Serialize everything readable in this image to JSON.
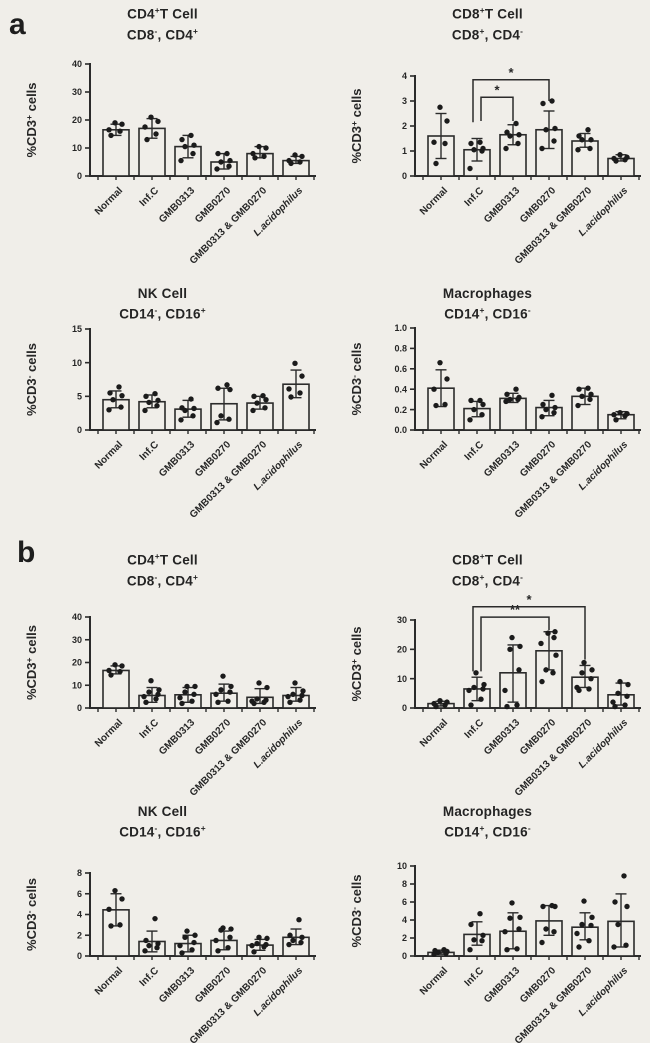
{
  "figure": {
    "bg_color": "#f0eee9",
    "ink_color": "#2b2b2b",
    "dot_color": "#1b1b1b",
    "panel_a_label": "a",
    "panel_b_label": "b"
  },
  "categories": [
    "Normal",
    "Inf.C",
    "GMB0313",
    "GMB0270",
    "GMB0313 & GMB0270",
    "L.acidophilus"
  ],
  "italic_categories": [
    "L.acidophilus"
  ],
  "chart_data": [
    {
      "id": "a1",
      "panel": "a",
      "type": "bar",
      "title_line1": "CD4^+^T Cell",
      "title_line2": "CD8^-^, CD4^+^",
      "ylabel": "%CD3^+^ cells",
      "ylim": [
        0,
        40
      ],
      "yticks": [
        "0",
        "10",
        "20",
        "30",
        "40"
      ],
      "ptop": 18,
      "bars": [
        {
          "category": "Normal",
          "mean": 16.5,
          "err": [
            14.5,
            18.5
          ],
          "points": [
            14.5,
            16,
            16.5,
            18.5,
            19
          ]
        },
        {
          "category": "Inf.C",
          "mean": 17,
          "err": [
            13.5,
            20.5
          ],
          "points": [
            13,
            15,
            17.5,
            19.5,
            21
          ]
        },
        {
          "category": "GMB0313",
          "mean": 10.5,
          "err": [
            6.5,
            14.5
          ],
          "points": [
            5.5,
            8,
            10.5,
            11,
            13,
            14.5
          ]
        },
        {
          "category": "GMB0270",
          "mean": 5,
          "err": [
            2.5,
            8
          ],
          "points": [
            2.5,
            3.5,
            5,
            5.5,
            8,
            8
          ]
        },
        {
          "category": "GMB0313 & GMB0270",
          "mean": 8,
          "err": [
            6.5,
            10.5
          ],
          "points": [
            6.5,
            7,
            8,
            10,
            10.5
          ]
        },
        {
          "category": "L.acidophilus",
          "mean": 5.5,
          "err": [
            4.5,
            7
          ],
          "points": [
            4.5,
            5,
            5.5,
            7,
            7.5
          ]
        }
      ],
      "brackets": []
    },
    {
      "id": "a2",
      "panel": "a",
      "type": "bar",
      "title_line1": "CD8^+^T Cell",
      "title_line2": "CD8^+^, CD4^-^",
      "ylabel": "%CD3^+^ cells",
      "ylim": [
        0,
        4
      ],
      "yticks": [
        "0",
        "1",
        "2",
        "3",
        "4"
      ],
      "ptop": 30,
      "bars": [
        {
          "category": "Normal",
          "mean": 1.6,
          "err": [
            0.7,
            2.5
          ],
          "points": [
            0.5,
            1.3,
            1.35,
            2.2,
            2.75
          ]
        },
        {
          "category": "Inf.C",
          "mean": 1.05,
          "err": [
            0.6,
            1.5
          ],
          "points": [
            0.3,
            1.0,
            1.05,
            1.1,
            1.3,
            1.35
          ]
        },
        {
          "category": "GMB0313",
          "mean": 1.65,
          "err": [
            1.25,
            2.05
          ],
          "points": [
            1.1,
            1.3,
            1.6,
            1.65,
            1.75,
            2.1
          ]
        },
        {
          "category": "GMB0270",
          "mean": 1.85,
          "err": [
            1.1,
            2.6
          ],
          "points": [
            1.1,
            1.4,
            1.85,
            1.9,
            2.9,
            3.0
          ]
        },
        {
          "category": "GMB0313 & GMB0270",
          "mean": 1.4,
          "err": [
            1.15,
            1.7
          ],
          "points": [
            1.05,
            1.1,
            1.45,
            1.45,
            1.6,
            1.85
          ]
        },
        {
          "category": "L.acidophilus",
          "mean": 0.7,
          "err": [
            0.6,
            0.85
          ],
          "points": [
            0.6,
            0.65,
            0.7,
            0.75,
            0.85
          ]
        }
      ],
      "brackets": [
        {
          "from": 1,
          "to": 2,
          "y": 3.15,
          "drop_from": 0.95,
          "drop_to": 0.95,
          "stars": "*",
          "from_dx": 4
        },
        {
          "from": 1,
          "to": 3,
          "y": 3.85,
          "drop_from": 1.7,
          "drop_to": 0.85,
          "stars": "*",
          "from_dx": -4
        }
      ]
    },
    {
      "id": "a3",
      "panel": "a",
      "type": "bar",
      "title_line1": "NK Cell",
      "title_line2": "CD14^-^, CD16^+^",
      "ylabel": "%CD3^-^ cells",
      "ylim": [
        0,
        15
      ],
      "yticks": [
        "0",
        "5",
        "10",
        "15"
      ],
      "ptop": 29,
      "bars": [
        {
          "category": "Normal",
          "mean": 4.5,
          "err": [
            3.3,
            5.8
          ],
          "points": [
            3,
            3.4,
            4.5,
            5.1,
            5.5,
            6.4
          ]
        },
        {
          "category": "Inf.C",
          "mean": 4.2,
          "err": [
            3.3,
            5.2
          ],
          "points": [
            2.9,
            3.6,
            4.1,
            4.4,
            5,
            5.4
          ]
        },
        {
          "category": "GMB0313",
          "mean": 3.1,
          "err": [
            1.9,
            4.4
          ],
          "points": [
            1.5,
            2.1,
            2.9,
            3.2,
            3.3,
            4.6
          ]
        },
        {
          "category": "GMB0270",
          "mean": 3.9,
          "err": [
            1.5,
            6.2
          ],
          "points": [
            1.1,
            1.6,
            2.1,
            6,
            6.2,
            6.7
          ]
        },
        {
          "category": "GMB0313 & GMB0270",
          "mean": 4.0,
          "err": [
            3.1,
            5.0
          ],
          "points": [
            2.9,
            3.3,
            4,
            4.5,
            5,
            5.1
          ]
        },
        {
          "category": "L.acidophilus",
          "mean": 6.8,
          "err": [
            4.8,
            8.9
          ],
          "points": [
            4.9,
            5.5,
            6.1,
            8,
            9.9
          ]
        }
      ],
      "brackets": []
    },
    {
      "id": "a4",
      "panel": "a",
      "type": "bar",
      "title_line1": "Macrophages",
      "title_line2": "CD14^+^, CD16^-^",
      "ylabel": "%CD3^-^ cells",
      "ylim": [
        0,
        1.0
      ],
      "yticks": [
        "0.0",
        "0.2",
        "0.4",
        "0.6",
        "0.8",
        "1.0"
      ],
      "ptop": 28,
      "bars": [
        {
          "category": "Normal",
          "mean": 0.41,
          "err": [
            0.23,
            0.59
          ],
          "points": [
            0.24,
            0.25,
            0.4,
            0.5,
            0.66
          ]
        },
        {
          "category": "Inf.C",
          "mean": 0.21,
          "err": [
            0.13,
            0.28
          ],
          "points": [
            0.1,
            0.15,
            0.2,
            0.25,
            0.29,
            0.29
          ]
        },
        {
          "category": "GMB0313",
          "mean": 0.31,
          "err": [
            0.27,
            0.36
          ],
          "points": [
            0.28,
            0.3,
            0.3,
            0.32,
            0.35,
            0.4
          ]
        },
        {
          "category": "GMB0270",
          "mean": 0.22,
          "err": [
            0.14,
            0.29
          ],
          "points": [
            0.13,
            0.17,
            0.2,
            0.22,
            0.25,
            0.34
          ]
        },
        {
          "category": "GMB0313 & GMB0270",
          "mean": 0.33,
          "err": [
            0.25,
            0.41
          ],
          "points": [
            0.24,
            0.3,
            0.33,
            0.35,
            0.4,
            0.41
          ]
        },
        {
          "category": "L.acidophilus",
          "mean": 0.15,
          "err": [
            0.11,
            0.18
          ],
          "points": [
            0.1,
            0.14,
            0.15,
            0.16,
            0.17
          ]
        }
      ],
      "brackets": []
    },
    {
      "id": "b1",
      "panel": "b",
      "type": "bar",
      "title_line1": "CD4^+^T Cell",
      "title_line2": "CD8^-^, CD4^+^",
      "ylabel": "%CD3^+^ cells",
      "ylim": [
        0,
        40
      ],
      "yticks": [
        "0",
        "10",
        "20",
        "30",
        "40"
      ],
      "ptop": 39,
      "bars": [
        {
          "category": "Normal",
          "mean": 16.5,
          "err": [
            15,
            18.5
          ],
          "points": [
            14.5,
            16,
            16.5,
            18.5,
            19
          ]
        },
        {
          "category": "Inf.C",
          "mean": 5.5,
          "err": [
            2.5,
            9
          ],
          "points": [
            2.5,
            4,
            5,
            6,
            7,
            8,
            12
          ]
        },
        {
          "category": "GMB0313",
          "mean": 5.8,
          "err": [
            2.5,
            9
          ],
          "points": [
            2,
            3,
            4.5,
            6,
            7,
            9.5,
            9.5
          ]
        },
        {
          "category": "GMB0270",
          "mean": 6.5,
          "err": [
            3,
            10.5
          ],
          "points": [
            2.5,
            3,
            6,
            7,
            8,
            9.5,
            14
          ]
        },
        {
          "category": "GMB0313 & GMB0270",
          "mean": 4.7,
          "err": [
            2,
            8.5
          ],
          "points": [
            2,
            2.5,
            3,
            3.5,
            4,
            9,
            11
          ]
        },
        {
          "category": "L.acidophilus",
          "mean": 5.5,
          "err": [
            3,
            9
          ],
          "points": [
            2.5,
            3.5,
            5,
            5.5,
            6,
            7.5,
            11
          ]
        }
      ],
      "brackets": []
    },
    {
      "id": "b2",
      "panel": "b",
      "type": "bar",
      "title_line1": "CD8^+^T Cell",
      "title_line2": "CD8^+^, CD4^-^",
      "ylabel": "%CD3^+^ cells",
      "ylim": [
        0,
        30
      ],
      "yticks": [
        "0",
        "10",
        "20",
        "30"
      ],
      "ptop": 42,
      "bars": [
        {
          "category": "Normal",
          "mean": 1.5,
          "err": [
            0.7,
            2.3
          ],
          "points": [
            0.5,
            1,
            1.5,
            2,
            2.5
          ]
        },
        {
          "category": "Inf.C",
          "mean": 6.5,
          "err": [
            2.5,
            10.5
          ],
          "points": [
            1,
            3,
            6,
            6.5,
            7,
            8,
            12
          ]
        },
        {
          "category": "GMB0313",
          "mean": 12,
          "err": [
            2,
            21.5
          ],
          "points": [
            0.5,
            1,
            6,
            13,
            20,
            21,
            24
          ]
        },
        {
          "category": "GMB0270",
          "mean": 19.5,
          "err": [
            13,
            26
          ],
          "points": [
            9,
            12,
            13,
            18,
            22,
            24,
            25.5,
            26
          ]
        },
        {
          "category": "GMB0313 & GMB0270",
          "mean": 10.5,
          "err": [
            7,
            14.5
          ],
          "points": [
            6,
            6.5,
            7,
            10,
            12,
            13,
            15.5
          ]
        },
        {
          "category": "L.acidophilus",
          "mean": 4.5,
          "err": [
            1,
            8.5
          ],
          "points": [
            0.5,
            1,
            2,
            4,
            5,
            8,
            9
          ]
        }
      ],
      "brackets": [
        {
          "from": 1,
          "to": 3,
          "y": 31,
          "drop_from": 18.5,
          "drop_to": 4.5,
          "stars": "**",
          "from_dx": 4
        },
        {
          "from": 1,
          "to": 4,
          "y": 34.5,
          "drop_from": 22,
          "drop_to": 18,
          "stars": "*",
          "from_dx": -4
        }
      ]
    },
    {
      "id": "b3",
      "panel": "b",
      "type": "bar",
      "title_line1": "NK Cell",
      "title_line2": "CD14^-^, CD16^+^",
      "ylabel": "%CD3^-^ cells",
      "ylim": [
        0,
        8
      ],
      "yticks": [
        "0",
        "2",
        "4",
        "6",
        "8"
      ],
      "ptop": 47,
      "bars": [
        {
          "category": "Normal",
          "mean": 4.45,
          "err": [
            2.9,
            6.0
          ],
          "points": [
            2.9,
            3,
            4.5,
            5.5,
            6.3
          ]
        },
        {
          "category": "Inf.C",
          "mean": 1.4,
          "err": [
            0.4,
            2.4
          ],
          "points": [
            0.5,
            0.8,
            1,
            1.2,
            1.5,
            3.6
          ]
        },
        {
          "category": "GMB0313",
          "mean": 1.2,
          "err": [
            0.4,
            2.0
          ],
          "points": [
            0.3,
            0.6,
            1,
            1.3,
            1.8,
            2,
            2.4
          ]
        },
        {
          "category": "GMB0270",
          "mean": 1.5,
          "err": [
            0.6,
            2.4
          ],
          "points": [
            0.5,
            0.8,
            1.5,
            1.8,
            2.5,
            2.6,
            2.7
          ]
        },
        {
          "category": "GMB0313 & GMB0270",
          "mean": 1.05,
          "err": [
            0.55,
            1.6
          ],
          "points": [
            0.4,
            0.9,
            1,
            1.1,
            1.2,
            1.7,
            1.8
          ]
        },
        {
          "category": "L.acidophilus",
          "mean": 1.8,
          "err": [
            1.1,
            2.6
          ],
          "points": [
            1.1,
            1.3,
            1.5,
            1.8,
            2,
            3.5
          ]
        }
      ],
      "brackets": []
    },
    {
      "id": "b4",
      "panel": "b",
      "type": "bar",
      "title_line1": "Macrophages",
      "title_line2": "CD14^+^, CD16^-^",
      "ylabel": "%CD3^-^ cells",
      "ylim": [
        0,
        10
      ],
      "yticks": [
        "0",
        "2",
        "4",
        "6",
        "8",
        "10"
      ],
      "ptop": 40,
      "bars": [
        {
          "category": "Normal",
          "mean": 0.4,
          "err": [
            0.2,
            0.65
          ],
          "points": [
            0.2,
            0.3,
            0.4,
            0.5,
            0.6,
            0.7
          ]
        },
        {
          "category": "Inf.C",
          "mean": 2.4,
          "err": [
            1.2,
            3.8
          ],
          "points": [
            0.7,
            1.7,
            1.8,
            2.3,
            3.5,
            4.7
          ]
        },
        {
          "category": "GMB0313",
          "mean": 2.75,
          "err": [
            0.8,
            4.8
          ],
          "points": [
            0.7,
            0.8,
            2.7,
            3,
            4.2,
            4.3,
            5.9
          ]
        },
        {
          "category": "GMB0270",
          "mean": 3.9,
          "err": [
            2.3,
            5.6
          ],
          "points": [
            1.5,
            2.7,
            3,
            5.5,
            5.5,
            5.6
          ]
        },
        {
          "category": "GMB0313 & GMB0270",
          "mean": 3.2,
          "err": [
            1.8,
            4.8
          ],
          "points": [
            1,
            1.7,
            2.5,
            3.4,
            3.5,
            4.3,
            6.1
          ]
        },
        {
          "category": "L.acidophilus",
          "mean": 3.85,
          "err": [
            1,
            6.9
          ],
          "points": [
            1,
            1.2,
            3.5,
            5.5,
            6,
            8.9
          ]
        }
      ],
      "brackets": []
    }
  ]
}
